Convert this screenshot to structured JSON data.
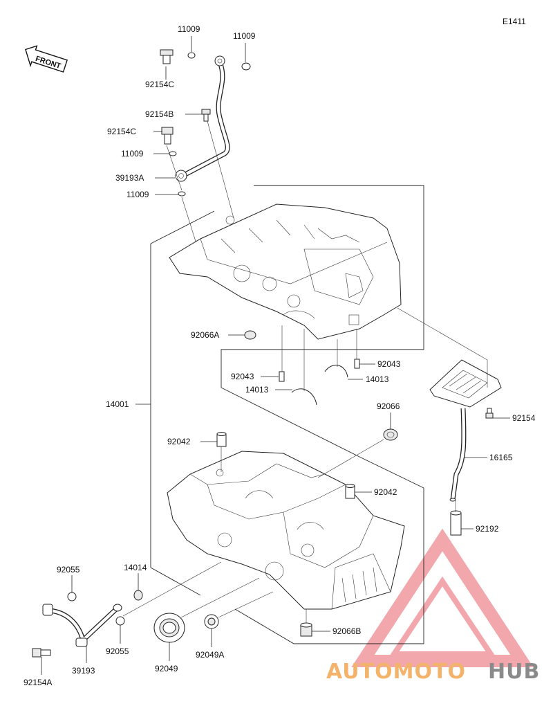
{
  "diagram_id": "E1411",
  "front_label": "FRONT",
  "callouts": [
    {
      "id": "c-11009-a",
      "text": "11009"
    },
    {
      "id": "c-11009-b",
      "text": "11009"
    },
    {
      "id": "c-92154C-a",
      "text": "92154C"
    },
    {
      "id": "c-92154B",
      "text": "92154B"
    },
    {
      "id": "c-92154C-b",
      "text": "92154C"
    },
    {
      "id": "c-11009-c",
      "text": "11009"
    },
    {
      "id": "c-39193A",
      "text": "39193A"
    },
    {
      "id": "c-11009-d",
      "text": "11009"
    },
    {
      "id": "c-92066A",
      "text": "92066A"
    },
    {
      "id": "c-92043-a",
      "text": "92043"
    },
    {
      "id": "c-92043-b",
      "text": "92043"
    },
    {
      "id": "c-14013-a",
      "text": "14013"
    },
    {
      "id": "c-14013-b",
      "text": "14013"
    },
    {
      "id": "c-14001",
      "text": "14001"
    },
    {
      "id": "c-92066",
      "text": "92066"
    },
    {
      "id": "c-92154",
      "text": "92154"
    },
    {
      "id": "c-16165",
      "text": "16165"
    },
    {
      "id": "c-92042-a",
      "text": "92042"
    },
    {
      "id": "c-92042-b",
      "text": "92042"
    },
    {
      "id": "c-92192",
      "text": "92192"
    },
    {
      "id": "c-92055-a",
      "text": "92055"
    },
    {
      "id": "c-14014",
      "text": "14014"
    },
    {
      "id": "c-92055-b",
      "text": "92055"
    },
    {
      "id": "c-39193",
      "text": "39193"
    },
    {
      "id": "c-92049",
      "text": "92049"
    },
    {
      "id": "c-92049A",
      "text": "92049A"
    },
    {
      "id": "c-92066B",
      "text": "92066B"
    },
    {
      "id": "c-92154A",
      "text": "92154A"
    }
  ],
  "watermark": {
    "part1": "AUTOMOTO",
    "part2": "HUB",
    "color_triangle": "#e8606a",
    "color_text": "#f3b36a"
  }
}
